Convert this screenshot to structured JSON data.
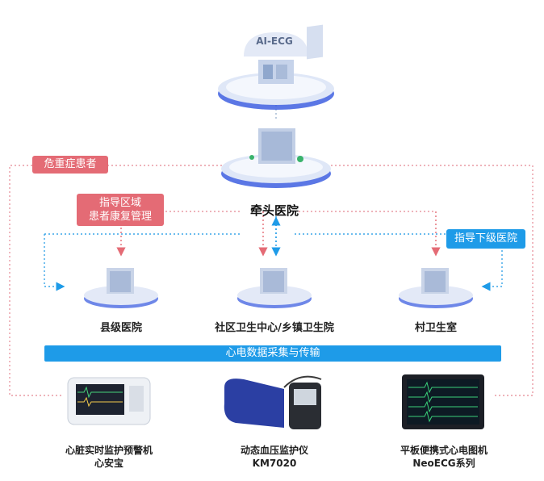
{
  "cloud": {
    "label": "AI-ECG"
  },
  "hub": {
    "name": "牵头医院"
  },
  "tags": {
    "critical": "危重症患者",
    "rehab_line1": "指导区域",
    "rehab_line2": "患者康复管理",
    "guide": "指导下级医院"
  },
  "nodes": [
    {
      "name": "县级医院"
    },
    {
      "name": "社区卫生中心/乡镇卫生院"
    },
    {
      "name": "村卫生室"
    }
  ],
  "banner": "心电数据采集与传输",
  "devices": [
    {
      "line1": "心脏实时监护预警机",
      "line2": "心安宝"
    },
    {
      "line1": "动态血压监护仪",
      "line2": "KM7020"
    },
    {
      "line1": "平板便携式心电图机",
      "line2": "NeoECG系列"
    }
  ],
  "colors": {
    "accent_blue": "#1e9be8",
    "accent_red": "#e46b75",
    "dotted_red": "#e99aa4",
    "dotted_blue": "#3aa6e8"
  }
}
